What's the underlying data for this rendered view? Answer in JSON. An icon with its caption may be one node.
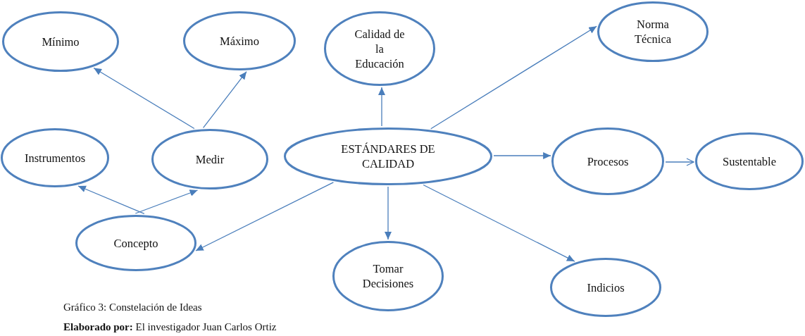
{
  "diagram": {
    "caption": "Gráfico 3: Constelación de Ideas",
    "nodes": [
      {
        "text": [
          "Mínimo"
        ]
      },
      {
        "text": [
          "Máximo"
        ]
      },
      {
        "text": [
          "Calidad de la Educación"
        ]
      },
      {
        "text": [
          "Norma Técnica"
        ]
      },
      {
        "text": [
          "Instrumentos"
        ]
      },
      {
        "text": [
          "Medir"
        ]
      },
      {
        "text": [
          "ESTÁNDARES DE CALIDAD"
        ]
      },
      {
        "text": [
          "Procesos"
        ]
      },
      {
        "text": [
          "Sustentable"
        ]
      },
      {
        "text": [
          "Concepto"
        ]
      },
      {
        "text": [
          "Tomar Decisiones"
        ]
      },
      {
        "text": [
          "Indicios"
        ]
      }
    ],
    "edges": [
      {
        "from": 5,
        "to": 0,
        "arrow": "to"
      },
      {
        "from": 5,
        "to": 1,
        "arrow": "to"
      },
      {
        "from": 6,
        "to": 2,
        "arrow": "to"
      },
      {
        "from": 6,
        "to": 3,
        "arrow": "to"
      },
      {
        "from": 6,
        "to": 7,
        "arrow": "to"
      },
      {
        "from": 7,
        "to": 8,
        "arrow": "to"
      },
      {
        "from": 9,
        "to": 4,
        "arrow": "to"
      },
      {
        "from": 9,
        "to": 5,
        "arrow": "to"
      },
      {
        "from": 6,
        "to": 9,
        "arrow": "to"
      },
      {
        "from": 6,
        "to": 10,
        "arrow": "to"
      },
      {
        "from": 6,
        "to": 11,
        "arrow": "to"
      }
    ],
    "labels": [
      "**Elaborado por:** El investigador Juan Carlos Ortiz"
    ]
  }
}
